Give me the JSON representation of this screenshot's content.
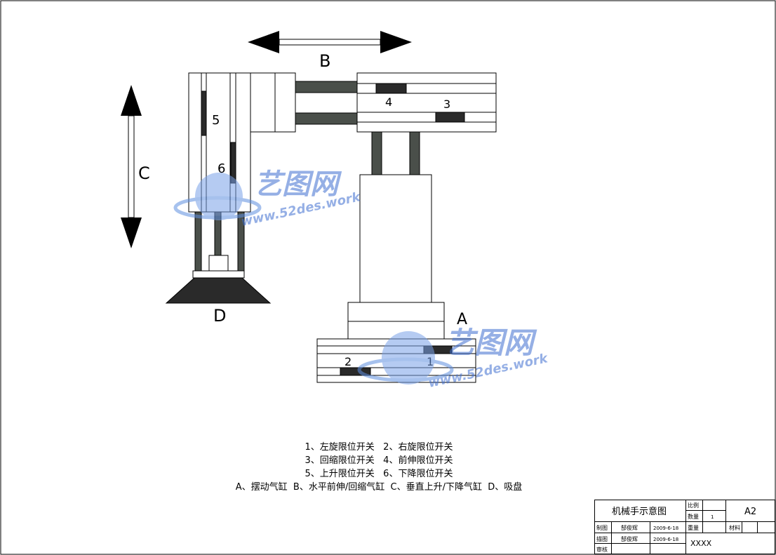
{
  "labels": {
    "A": "A",
    "B": "B",
    "C": "C",
    "D": "D",
    "n1": "1",
    "n2": "2",
    "n3": "3",
    "n4": "4",
    "n5": "5",
    "n6": "6"
  },
  "legend": [
    "1、左旋限位开关   2、右旋限位开关",
    "3、回缩限位开关   4、前伸限位开关",
    "5、上升限位开关   6、下降限位开关",
    "A、摆动气缸  B、水平前伸/回缩气缸  C、垂直上升/下降气缸  D、吸盘"
  ],
  "title_block": {
    "title": "机械手示意图",
    "scale_label": "比例",
    "qty_label": "数量",
    "qty_value": "1",
    "sheet": "A2",
    "drawn_label": "制图",
    "drawn_name": "郜俊辉",
    "drawn_date": "2009-6-18",
    "weight_label": "重量",
    "material_label": "材料",
    "traced_label": "描图",
    "traced_name": "郜俊辉",
    "traced_date": "2009-6-18",
    "review_label": "审核",
    "code": "XXXX"
  },
  "watermark": {
    "brand": "艺图网",
    "url": "www.52des.work",
    "color": "#3f6fd0"
  }
}
